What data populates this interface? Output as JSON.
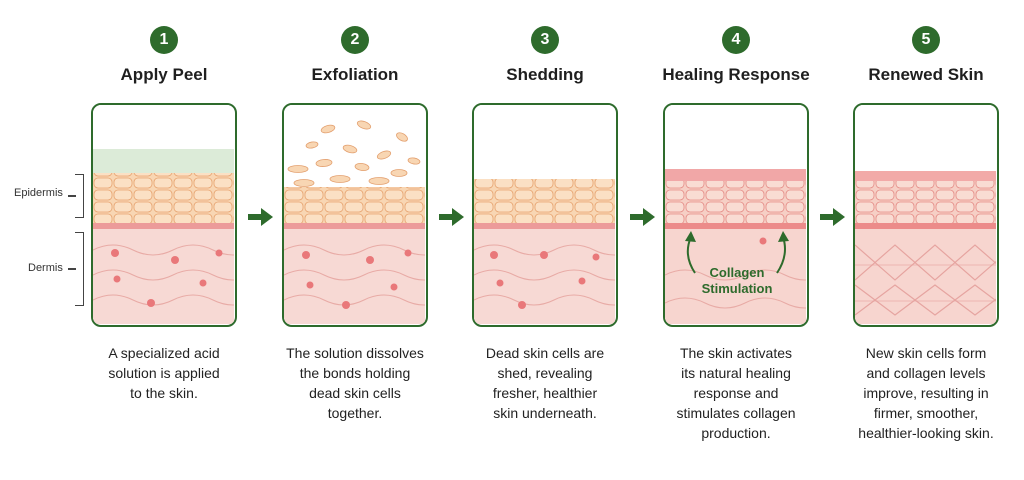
{
  "labels": {
    "epidermis": "Epidermis",
    "dermis": "Dermis",
    "collagen_line1": "Collagen",
    "collagen_line2": "Stimulation"
  },
  "colors": {
    "accent": "#2e6b2c",
    "peel": "#dcebd8",
    "epidermis": "#f7d2b0",
    "dermis": "#f6d5d0",
    "cell_dot": "#e9787a"
  },
  "steps": [
    {
      "number": "1",
      "title": "Apply Peel",
      "desc": [
        "A specialized acid",
        "solution is applied",
        "to the skin."
      ]
    },
    {
      "number": "2",
      "title": "Exfoliation",
      "desc": [
        "The solution dissolves",
        "the bonds holding",
        "dead skin cells",
        "together."
      ]
    },
    {
      "number": "3",
      "title": "Shedding",
      "desc": [
        "Dead skin cells are",
        "shed, revealing",
        "fresher, healthier",
        "skin underneath."
      ]
    },
    {
      "number": "4",
      "title": "Healing Response",
      "desc": [
        "The skin activates",
        "its natural healing",
        "response and",
        "stimulates collagen",
        "production."
      ]
    },
    {
      "number": "5",
      "title": "Renewed Skin",
      "desc": [
        "New skin cells form",
        "and collagen levels",
        "improve, resulting in",
        "firmer, smoother,",
        "healthier-looking skin."
      ]
    }
  ],
  "arrow_icon": "right-arrow-icon"
}
